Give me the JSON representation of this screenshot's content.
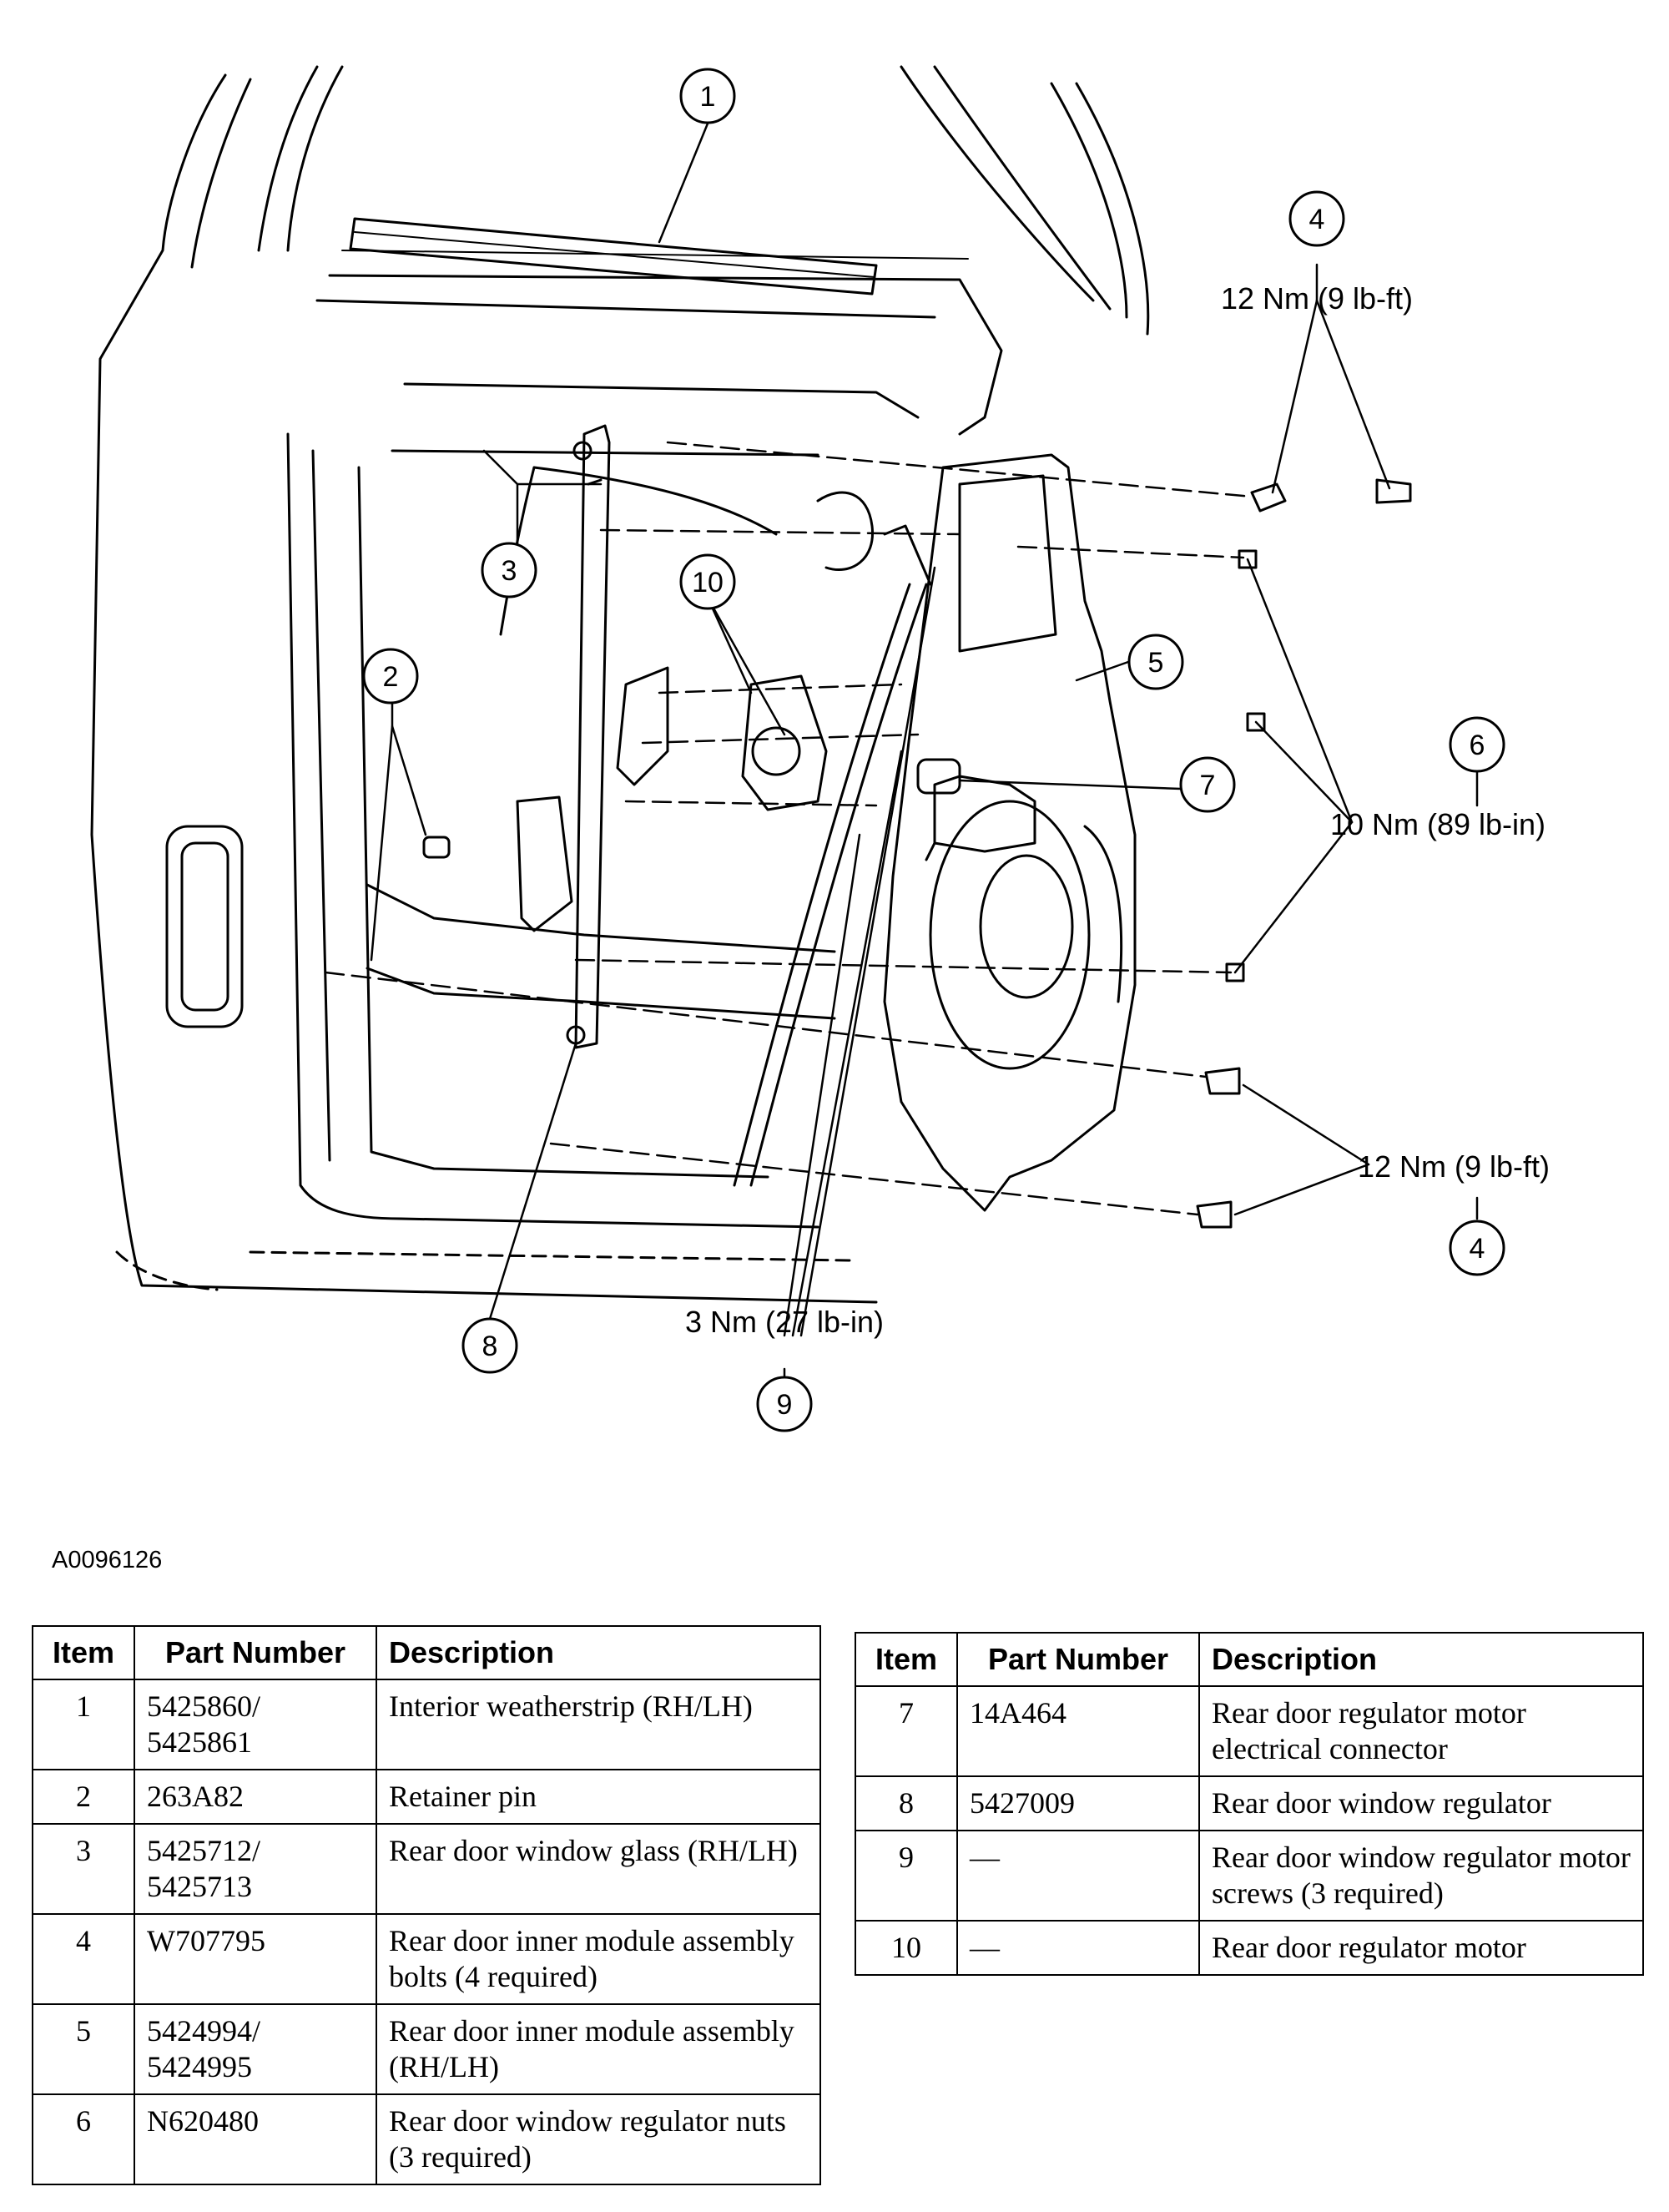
{
  "callouts": {
    "c1": "1",
    "c2": "2",
    "c3": "3",
    "c4a": "4",
    "c4b": "4",
    "c5": "5",
    "c6": "6",
    "c7": "7",
    "c8": "8",
    "c9": "9",
    "c10": "10"
  },
  "torque": {
    "t4_top": "12 Nm (9 lb-ft)",
    "t6": "10 Nm (89 lb-in)",
    "t4_bottom": "12 Nm (9 lb-ft)",
    "t9": "3 Nm (27 lb-in)"
  },
  "figure_id": "A0096126",
  "table_headers": {
    "item": "Item",
    "part_number": "Part Number",
    "description": "Description"
  },
  "table_left": [
    {
      "item": "1",
      "part": "5425860/ 5425861",
      "desc": "Interior weatherstrip (RH/LH)"
    },
    {
      "item": "2",
      "part": "263A82",
      "desc": "Retainer pin"
    },
    {
      "item": "3",
      "part": "5425712/ 5425713",
      "desc": "Rear door window glass (RH/LH)"
    },
    {
      "item": "4",
      "part": "W707795",
      "desc": "Rear door inner module assembly bolts (4 required)"
    },
    {
      "item": "5",
      "part": "5424994/ 5424995",
      "desc": "Rear door inner module assembly (RH/LH)"
    },
    {
      "item": "6",
      "part": "N620480",
      "desc": "Rear door window regulator nuts (3 required)"
    }
  ],
  "table_right": [
    {
      "item": "7",
      "part": "14A464",
      "desc": "Rear door regulator motor electrical connector"
    },
    {
      "item": "8",
      "part": "5427009",
      "desc": "Rear door window regulator"
    },
    {
      "item": "9",
      "part": "—",
      "desc": "Rear door window regulator motor screws (3 required)"
    },
    {
      "item": "10",
      "part": "—",
      "desc": "Rear door regulator motor"
    }
  ]
}
